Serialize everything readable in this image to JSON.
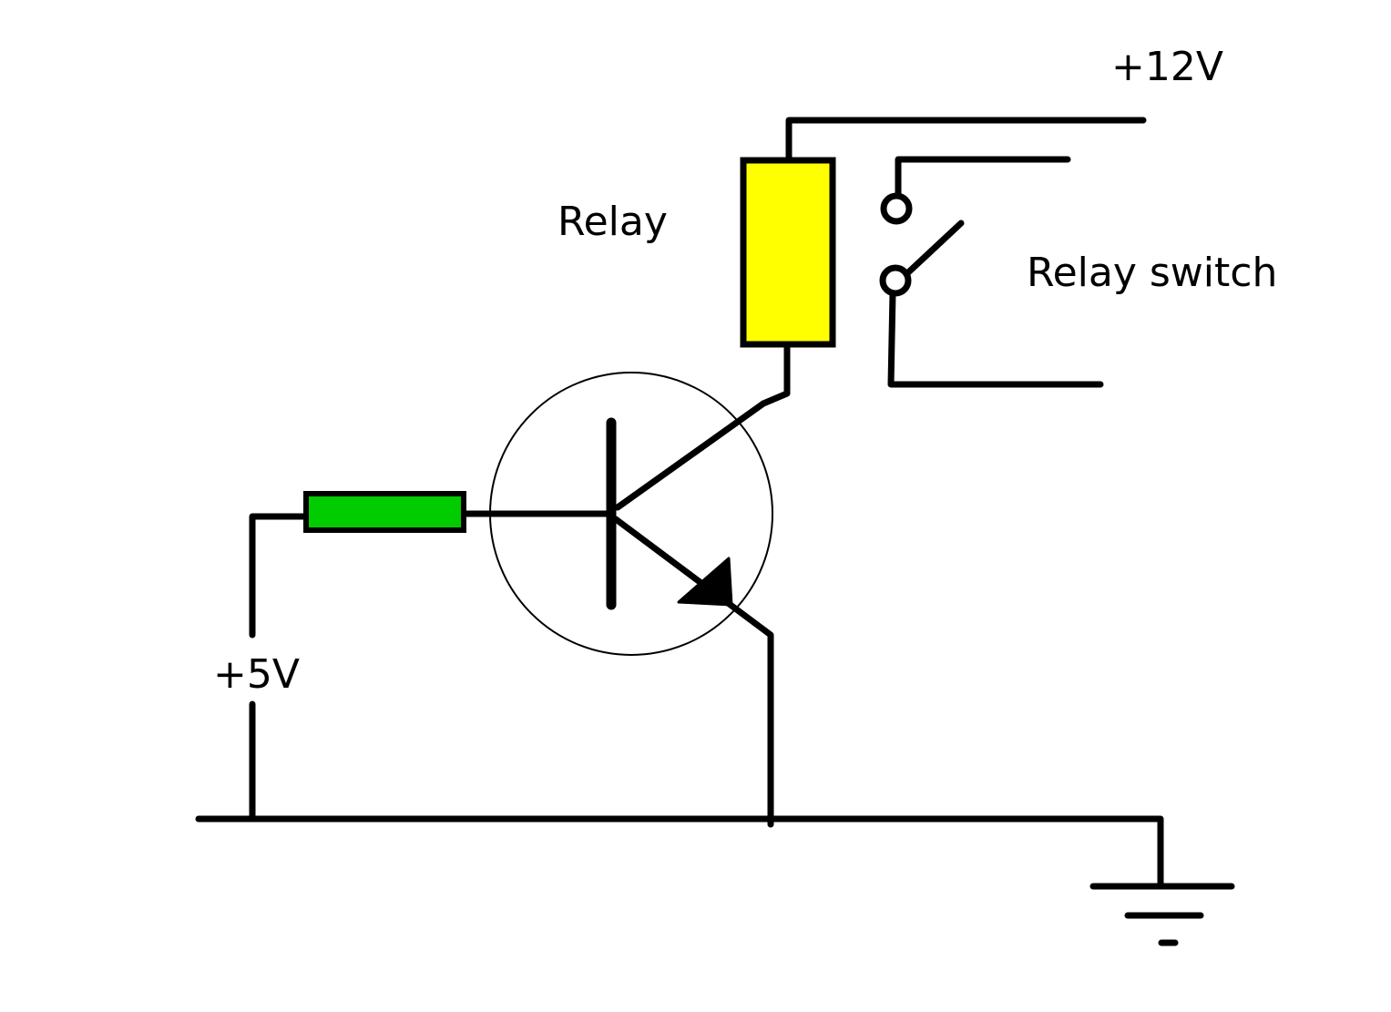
{
  "diagram": {
    "title": "Transistor relay driver circuit",
    "labels": {
      "supply_12v": "+12V",
      "supply_5v": "+5V",
      "relay": "Relay",
      "relay_switch": "Relay switch"
    },
    "components": {
      "relay_coil": {
        "name": "Relay",
        "fill": "#ffff00"
      },
      "base_resistor": {
        "name": "Resistor",
        "fill": "#00cc00"
      },
      "transistor": {
        "name": "NPN transistor"
      },
      "relay_contacts": {
        "name": "Relay switch",
        "state": "open"
      },
      "ground": {
        "name": "Ground"
      }
    }
  }
}
